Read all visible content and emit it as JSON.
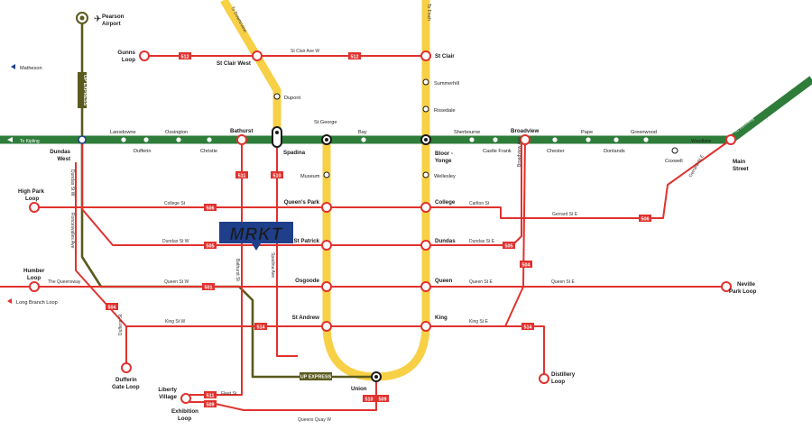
{
  "map": {
    "brand": "MRKT",
    "colors": {
      "streetcar": "#e0322e",
      "subway_yellow": "#f7d046",
      "subway_green": "#2e7d3a",
      "up_express": "#5a5a1e",
      "brand_blue": "#1f3f8a"
    },
    "stations_bold": {
      "pearson": "Pearson",
      "pearson2": "Airport",
      "st_clair": "St Clair",
      "st_clair_west": "St Clair West",
      "gunns": "Gunns",
      "gunns2": "Loop",
      "bathurst": "Bathurst",
      "spadina": "Spadina",
      "broadview": "Broadview",
      "dundas_west": "Dundas",
      "dundas_west2": "West",
      "bloor": "Bloor -",
      "bloor2": "Yonge",
      "main": "Main",
      "main2": "Street",
      "high_park": "High Park",
      "high_park2": "Loop",
      "queens_park": "Queen's Park",
      "college": "College",
      "st_patrick": "St Patrick",
      "dundas": "Dundas",
      "humber": "Humber",
      "humber2": "Loop",
      "osgoode": "Osgoode",
      "queen": "Queen",
      "neville": "Neville",
      "neville2": "Park Loop",
      "st_andrew": "St Andrew",
      "king": "King",
      "dufferin_gate": "Dufferin",
      "dufferin_gate2": "Gate Loop",
      "distillery": "Distillery",
      "distillery2": "Loop",
      "liberty": "Liberty",
      "liberty2": "Village",
      "exhibition": "Exhibition",
      "exhibition2": "Loop",
      "union": "Union"
    },
    "stations": {
      "dupont": "Dupont",
      "summerhill": "Summerhill",
      "rosedale": "Rosedale",
      "st_george": "St George",
      "bay": "Bay",
      "museum": "Museum",
      "wellesley": "Wellesley",
      "lansdowne": "Lansdowne",
      "ossington": "Ossington",
      "dufferin": "Dufferin",
      "christie": "Christie",
      "sherbourne": "Sherbourne",
      "castle_frank": "Castle Frank",
      "chester": "Chester",
      "pape": "Pape",
      "donlands": "Donlands",
      "greenwood": "Greenwood",
      "coxwell": "Coxwell",
      "woodbine": "Woodbine"
    },
    "streets": {
      "st_clair_ave_w": "St Clair Ave W",
      "college_st": "College St",
      "carlton_st": "Carlton St",
      "gerrard_st_e": "Gerrard St E",
      "dundas_st_w": "Dundas St W",
      "dundas_st_e": "Dundas St E",
      "queen_st_w": "Queen St W",
      "queen_st_e": "Queen St E",
      "queen_st_e2": "Queen St E",
      "the_queensway": "The Queensway",
      "king_st_w": "King St W",
      "king_st_e": "King St E",
      "fleet_st": "Fleet St",
      "queens_quay_w": "Queens Quay W",
      "roncesvalles": "Roncesvalles Ave",
      "dundas_st_w_v": "Dundas St W",
      "bathurst_st": "Bathurst St",
      "spadina_ave": "Spadina Ave",
      "broadview_ave": "Broadview Ave",
      "gerrard_st_e_v": "Gerrard St E",
      "dufferin_st": "Dufferin St"
    },
    "directions": {
      "to_kipling": "To Kipling",
      "to_kennedy": "To Kennedy",
      "matheson": "Matheson",
      "long_branch": "Long Branch Loop",
      "to_downsview": "To Downsview",
      "to_finch": "To Finch",
      "up_express_v": "UP EXPRESS",
      "up_express_h": "UP EXPRESS"
    },
    "routes": {
      "r512a": "512",
      "r512b": "512",
      "r511": "511",
      "r510": "510",
      "r506a": "506",
      "r506b": "506",
      "r505a": "505",
      "r505b": "505",
      "r501": "501",
      "r504a": "504",
      "r504b": "504",
      "r514a": "514",
      "r514b": "514",
      "r511b": "511",
      "r509a": "509",
      "r510b": "510",
      "r509b": "509"
    }
  }
}
